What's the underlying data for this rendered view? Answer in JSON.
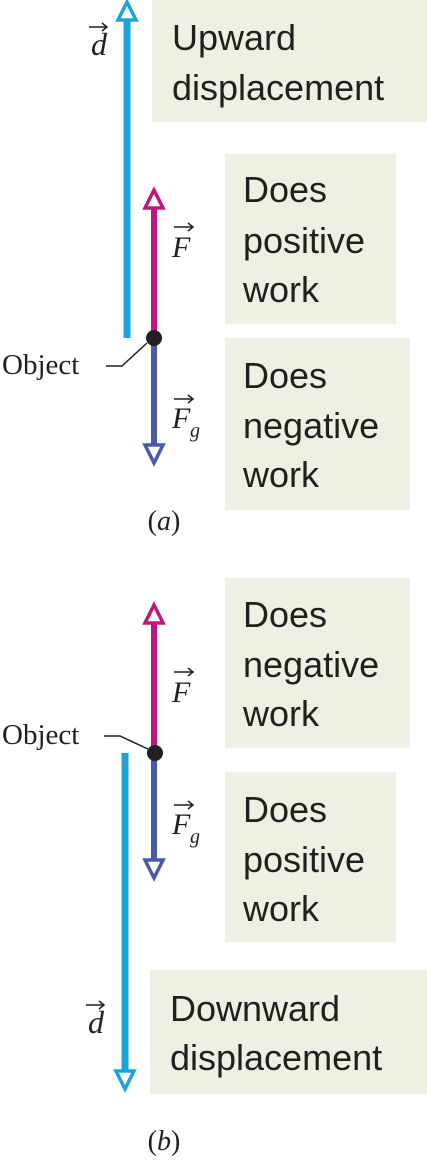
{
  "colors": {
    "displacement": "#1ba3dc",
    "force_applied": "#c0157e",
    "force_gravity": "#4a5aa8",
    "box_fill": "#eff0e4",
    "text": "#231f20"
  },
  "panel_a": {
    "caption": "(a)",
    "object_label": "Object",
    "displacement_symbol": "d",
    "force_symbol": "F",
    "gravity_symbol": "F",
    "gravity_subscript": "g",
    "boxes": {
      "displacement": [
        "Upward",
        "displacement"
      ],
      "force": [
        "Does",
        "positive",
        "work"
      ],
      "gravity": [
        "Does",
        "negative",
        "work"
      ]
    }
  },
  "panel_b": {
    "caption": "(b)",
    "object_label": "Object",
    "displacement_symbol": "d",
    "force_symbol": "F",
    "gravity_symbol": "F",
    "gravity_subscript": "g",
    "boxes": {
      "force": [
        "Does",
        "negative",
        "work"
      ],
      "gravity": [
        "Does",
        "positive",
        "work"
      ],
      "displacement": [
        "Downward",
        "displacement"
      ]
    }
  }
}
